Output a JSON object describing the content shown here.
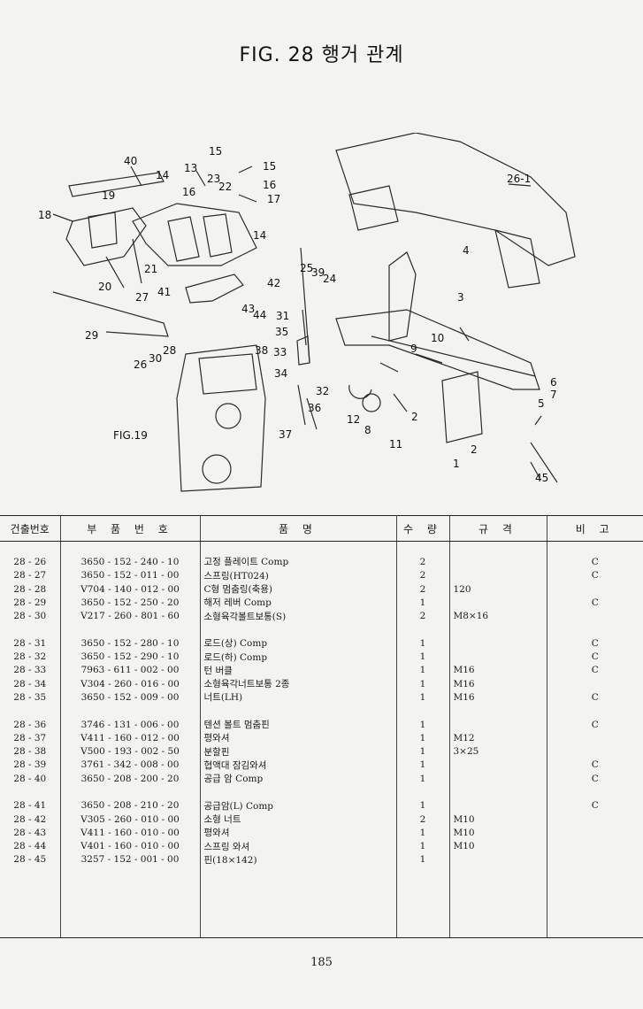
{
  "title": "FIG. 28 행거 관계",
  "page_number": "185",
  "diagram": {
    "labels": [
      "40",
      "13",
      "15",
      "15",
      "23",
      "16",
      "22",
      "16",
      "17",
      "14",
      "19",
      "18",
      "14",
      "21",
      "20",
      "27",
      "41",
      "29",
      "26",
      "30",
      "28",
      "26-1",
      "4",
      "25",
      "39",
      "24",
      "42",
      "43",
      "44",
      "31",
      "35",
      "3",
      "10",
      "9",
      "33",
      "38",
      "34",
      "32",
      "36",
      "37",
      "12",
      "8",
      "2",
      "2",
      "11",
      "1",
      "6",
      "7",
      "5",
      "45",
      "FIG.19"
    ]
  },
  "table": {
    "headers": [
      "건출번호",
      "부 품 번 호",
      "품 명",
      "수 량",
      "규 격",
      "비 고"
    ],
    "rows": [
      {
        "idx": "28 - 26",
        "pn": "3650 - 152 - 240 - 10",
        "name": "고정 플레이트 Comp",
        "qty": "2",
        "spec": "",
        "remark": "C"
      },
      {
        "idx": "28 - 27",
        "pn": "3650 - 152 - 011 - 00",
        "name": "스프링(HT024)",
        "qty": "2",
        "spec": "",
        "remark": "C"
      },
      {
        "idx": "28 - 28",
        "pn": "V704 - 140 - 012 - 00",
        "name": "C형 멈춤링(축용)",
        "qty": "2",
        "spec": "120",
        "remark": ""
      },
      {
        "idx": "28 - 29",
        "pn": "3650 - 152 - 250 - 20",
        "name": "해저 레버 Comp",
        "qty": "1",
        "spec": "",
        "remark": "C"
      },
      {
        "idx": "28 - 30",
        "pn": "V217 - 260 - 801 - 60",
        "name": "소형육각볼트보통(S)",
        "qty": "2",
        "spec": "M8×16",
        "remark": ""
      },
      {
        "idx": "28 - 31",
        "pn": "3650 - 152 - 280 - 10",
        "name": "로드(상) Comp",
        "qty": "1",
        "spec": "",
        "remark": "C"
      },
      {
        "idx": "28 - 32",
        "pn": "3650 - 152 - 290 - 10",
        "name": "로드(하) Comp",
        "qty": "1",
        "spec": "",
        "remark": "C"
      },
      {
        "idx": "28 - 33",
        "pn": "7963 - 611 - 002 - 00",
        "name": "턴 버클",
        "qty": "1",
        "spec": "M16",
        "remark": "C"
      },
      {
        "idx": "28 - 34",
        "pn": "V304 - 260 - 016 - 00",
        "name": "소형육각너트보통 2종",
        "qty": "1",
        "spec": "M16",
        "remark": ""
      },
      {
        "idx": "28 - 35",
        "pn": "3650 - 152 - 009 - 00",
        "name": "너트(LH)",
        "qty": "1",
        "spec": "M16",
        "remark": "C"
      },
      {
        "idx": "28 - 36",
        "pn": "3746 - 131 - 006 - 00",
        "name": "텐션 볼트 멈춤핀",
        "qty": "1",
        "spec": "",
        "remark": "C"
      },
      {
        "idx": "28 - 37",
        "pn": "V411 - 160 - 012 - 00",
        "name": "평와셔",
        "qty": "1",
        "spec": "M12",
        "remark": ""
      },
      {
        "idx": "28 - 38",
        "pn": "V500 - 193 - 002 - 50",
        "name": "분할핀",
        "qty": "1",
        "spec": "3×25",
        "remark": ""
      },
      {
        "idx": "28 - 39",
        "pn": "3761 - 342 - 008 - 00",
        "name": "협액대 잠김와셔",
        "qty": "1",
        "spec": "",
        "remark": "C"
      },
      {
        "idx": "28 - 40",
        "pn": "3650 - 208 - 200 - 20",
        "name": "공급 암 Comp",
        "qty": "1",
        "spec": "",
        "remark": "C"
      },
      {
        "idx": "28 - 41",
        "pn": "3650 - 208 - 210 - 20",
        "name": "공급암(L) Comp",
        "qty": "1",
        "spec": "",
        "remark": "C"
      },
      {
        "idx": "28 - 42",
        "pn": "V305 - 260 - 010 - 00",
        "name": "소형 너트",
        "qty": "2",
        "spec": "M10",
        "remark": ""
      },
      {
        "idx": "28 - 43",
        "pn": "V411 - 160 - 010 - 00",
        "name": "평와셔",
        "qty": "1",
        "spec": "M10",
        "remark": ""
      },
      {
        "idx": "28 - 44",
        "pn": "V401 - 160 - 010 - 00",
        "name": "스프링 와셔",
        "qty": "1",
        "spec": "M10",
        "remark": ""
      },
      {
        "idx": "28 - 45",
        "pn": "3257 - 152 - 001 - 00",
        "name": "핀(18×142)",
        "qty": "1",
        "spec": "",
        "remark": ""
      }
    ]
  }
}
